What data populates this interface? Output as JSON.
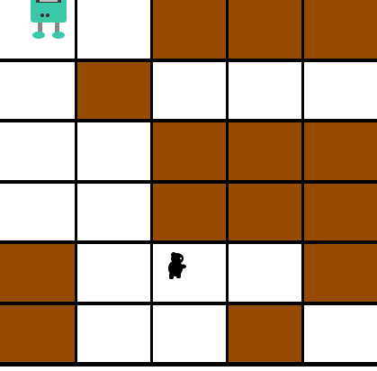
{
  "board": {
    "rows": 6,
    "cols": 5,
    "colors": {
      "wall": "#964B00",
      "open": "#FFFFFF",
      "grid_line": "#000000"
    },
    "cells": [
      [
        "open",
        "open",
        "wall",
        "wall",
        "wall"
      ],
      [
        "open",
        "wall",
        "open",
        "open",
        "open"
      ],
      [
        "open",
        "open",
        "wall",
        "wall",
        "wall"
      ],
      [
        "open",
        "open",
        "wall",
        "wall",
        "wall"
      ],
      [
        "wall",
        "open",
        "open",
        "open",
        "wall"
      ],
      [
        "wall",
        "open",
        "open",
        "wall",
        "open"
      ]
    ]
  },
  "pieces": [
    {
      "type": "robot",
      "icon": "robot-icon",
      "row": 0,
      "col": 0,
      "color": "#3CC8A8"
    },
    {
      "type": "bear",
      "icon": "bear-icon",
      "row": 4,
      "col": 2,
      "color": "#000000"
    }
  ]
}
